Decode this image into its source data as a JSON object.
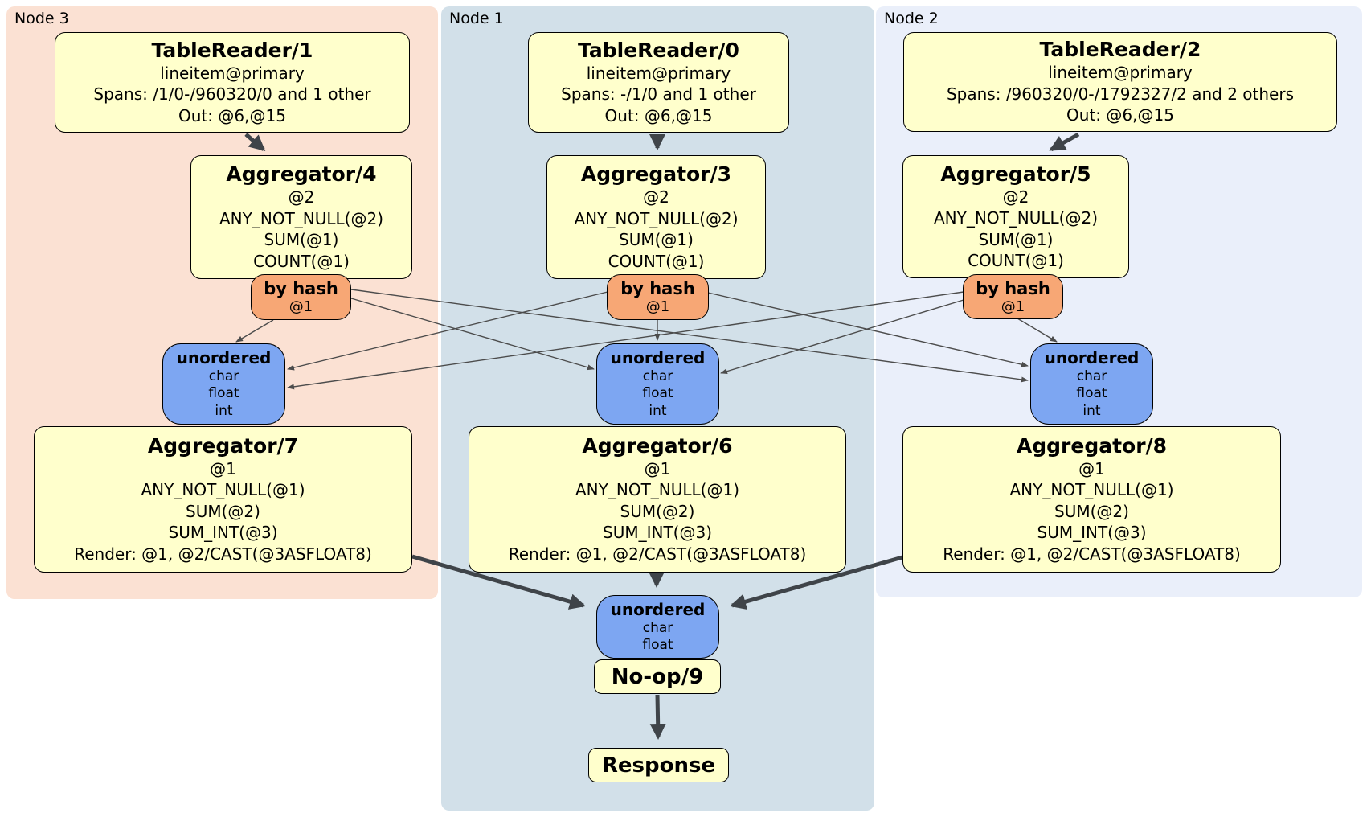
{
  "panels": [
    {
      "label": "Node 3"
    },
    {
      "label": "Node 1"
    },
    {
      "label": "Node 2"
    }
  ],
  "boxes": {
    "tr1": {
      "title": "TableReader/1",
      "lines": [
        "lineitem@primary",
        "Spans: /1/0-/960320/0 and 1 other",
        "Out: @6,@15"
      ]
    },
    "tr0": {
      "title": "TableReader/0",
      "lines": [
        "lineitem@primary",
        "Spans: -/1/0 and 1 other",
        "Out: @6,@15"
      ]
    },
    "tr2": {
      "title": "TableReader/2",
      "lines": [
        "lineitem@primary",
        "Spans: /960320/0-/1792327/2 and 2 others",
        "Out: @6,@15"
      ]
    },
    "agg4": {
      "title": "Aggregator/4",
      "lines": [
        "@2",
        "ANY_NOT_NULL(@2)",
        "SUM(@1)",
        "COUNT(@1)"
      ]
    },
    "agg3": {
      "title": "Aggregator/3",
      "lines": [
        "@2",
        "ANY_NOT_NULL(@2)",
        "SUM(@1)",
        "COUNT(@1)"
      ]
    },
    "agg5": {
      "title": "Aggregator/5",
      "lines": [
        "@2",
        "ANY_NOT_NULL(@2)",
        "SUM(@1)",
        "COUNT(@1)"
      ]
    },
    "agg7": {
      "title": "Aggregator/7",
      "lines": [
        "@1",
        "ANY_NOT_NULL(@1)",
        "SUM(@2)",
        "SUM_INT(@3)",
        "Render: @1, @2/CAST(@3ASFLOAT8)"
      ]
    },
    "agg6": {
      "title": "Aggregator/6",
      "lines": [
        "@1",
        "ANY_NOT_NULL(@1)",
        "SUM(@2)",
        "SUM_INT(@3)",
        "Render: @1, @2/CAST(@3ASFLOAT8)"
      ]
    },
    "agg8": {
      "title": "Aggregator/8",
      "lines": [
        "@1",
        "ANY_NOT_NULL(@1)",
        "SUM(@2)",
        "SUM_INT(@3)",
        "Render: @1, @2/CAST(@3ASFLOAT8)"
      ]
    },
    "bh4": {
      "title": "by hash",
      "sub": "@1"
    },
    "bh3": {
      "title": "by hash",
      "sub": "@1"
    },
    "bh5": {
      "title": "by hash",
      "sub": "@1"
    },
    "u7": {
      "title": "unordered",
      "items": [
        "char",
        "float",
        "int"
      ]
    },
    "u6": {
      "title": "unordered",
      "items": [
        "char",
        "float",
        "int"
      ]
    },
    "u8": {
      "title": "unordered",
      "items": [
        "char",
        "float",
        "int"
      ]
    },
    "u9": {
      "title": "unordered",
      "items": [
        "char",
        "float"
      ]
    },
    "noop": {
      "title": "No-op/9"
    },
    "resp": {
      "title": "Response"
    }
  },
  "colors": {
    "panel_node3": "#fbe1d3",
    "panel_node1": "#d2e0e9",
    "panel_node2": "#eaeffa",
    "processor_box": "#ffffcc",
    "hash_router": "#f7a775",
    "sync_box": "#7da6f2",
    "edge": "#3f4449"
  }
}
